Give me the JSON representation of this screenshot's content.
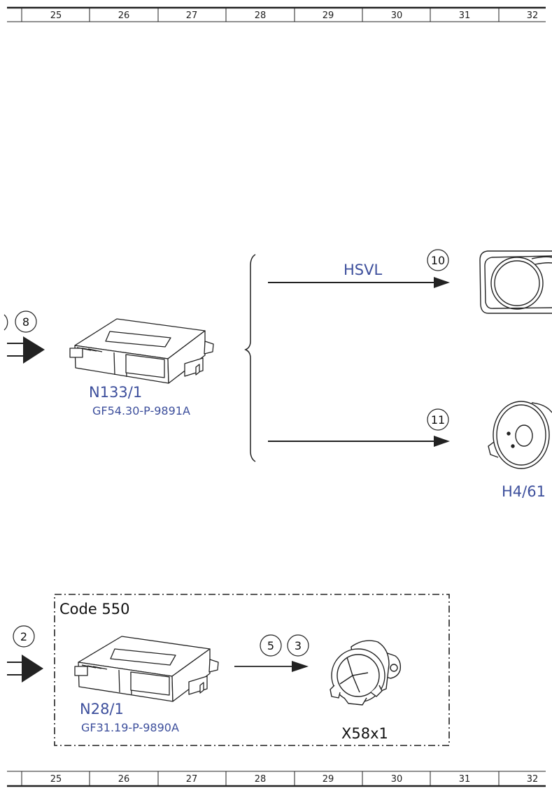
{
  "ruler": {
    "numbers": [
      "25",
      "26",
      "27",
      "28",
      "29",
      "30",
      "31",
      "32"
    ]
  },
  "diagram": {
    "colors": {
      "label_blue": "#3d4f9c",
      "line": "#222222"
    },
    "circles": {
      "c8": "8",
      "c10": "10",
      "c11": "11",
      "c2": "2",
      "c5": "5",
      "c3": "3"
    },
    "labels": {
      "hsvl": "HSVL",
      "n133_1": "N133/1",
      "gf54": "GF54.30-P-9891A",
      "h4_61": "H4/61",
      "code550": "Code 550",
      "n28_1": "N28/1",
      "gf31": "GF31.19-P-9890A",
      "x58x1": "X58x1"
    }
  }
}
